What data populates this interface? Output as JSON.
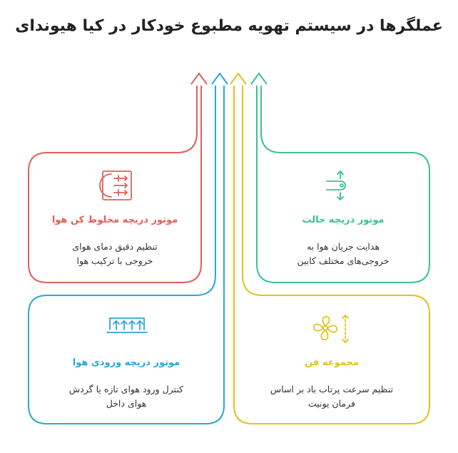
{
  "title": "عملگرها در سیستم تهویه مطبوع خودکار در کیا هیوندای",
  "colors": {
    "red": "#E0605A",
    "blue": "#2BA6D9",
    "yellow": "#E3C21B",
    "green": "#3EC08E"
  },
  "cards": {
    "mix": {
      "title": "موتور دریچه مخلوط کن هوا",
      "desc_line1": "تنظیم دقیق دمای هوای",
      "desc_line2": "خروجی با ترکیب هوا",
      "icon": "air-mix-door-icon"
    },
    "mode": {
      "title": "موتور دریچه حالت",
      "desc_line1": "هدایت جریان هوا به",
      "desc_line2": "خروجی‌های مختلف کابین",
      "icon": "mode-door-icon"
    },
    "intake": {
      "title": "موتور دریچه ورودی هوا",
      "desc_line1": "کنترل ورود هوای تازه یا گردش",
      "desc_line2": "هوای داخل",
      "icon": "air-intake-icon"
    },
    "fan": {
      "title": "مجموعه فن",
      "desc_line1": "تنظیم سرعت پرتاب باد بر اساس",
      "desc_line2": "فرمان یونیت",
      "icon": "fan-icon"
    }
  }
}
